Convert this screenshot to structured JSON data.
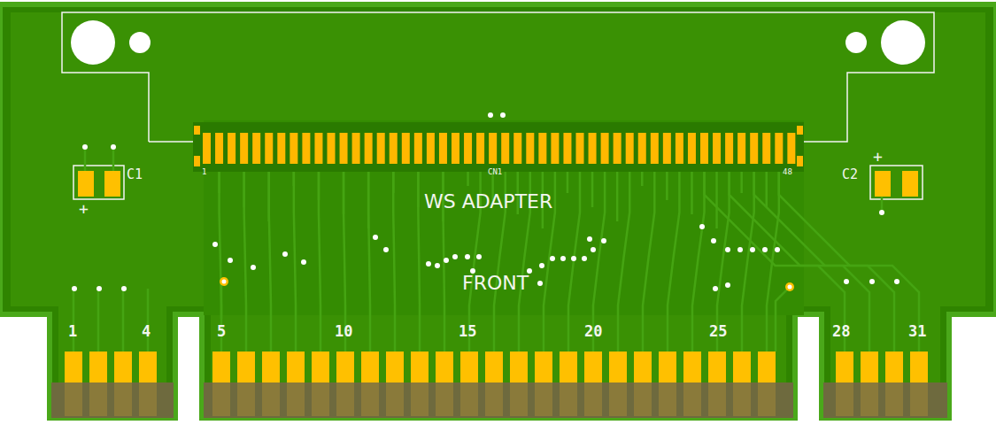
{
  "diagram": {
    "labels": [
      "C1",
      "+",
      "1",
      "CN1",
      "48",
      "WS ADAPTER",
      "FRONT",
      "C2",
      "+",
      "1",
      "4",
      "5",
      "10",
      "15",
      "20",
      "25",
      "28",
      "31"
    ]
  }
}
